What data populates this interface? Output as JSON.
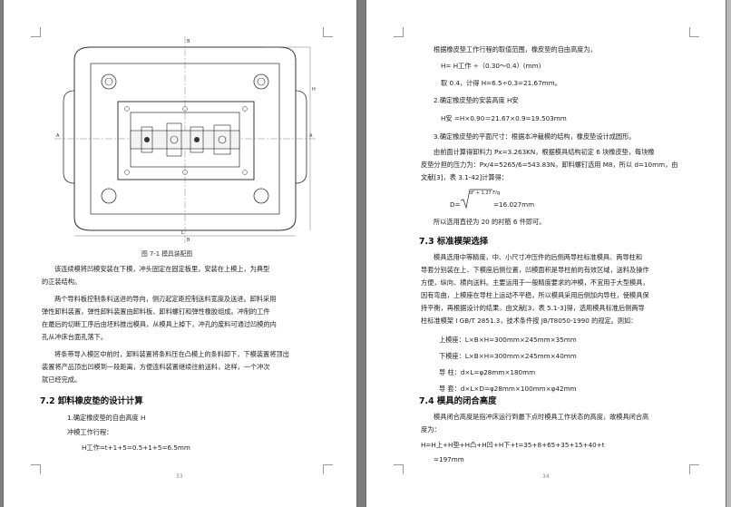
{
  "left_page": {
    "figure_caption": "图 7-1   模具装配图",
    "figure_labels": {
      "a_left": "A",
      "a_right": "A",
      "b_top": "B",
      "b_bottom": "B",
      "h_side": "H",
      "l_dim": "L"
    },
    "para1": [
      "该连续模将凹模安装在下模，冲头固定在固定板里，安装在上模上，为典型",
      "的正装结构。"
    ],
    "para2": [
      "两个导料板控制条料送进的导向，侧刃起定距控制送料宽度及送进。卸料采用",
      "弹性卸料装置，弹性卸料装置由卸料板、卸料螺钉和弹性橡胶组成。冲制的工件",
      "在最后的切断工序后由坯料推出模具，从模具上掉下，冲孔的废料可通过凹模的内",
      "孔从冲床台面孔落下。"
    ],
    "para3": [
      "将条带导入模区中前时，卸料装置将条料压在凸模上的条料卸下，下模装置将顶出",
      "装置将产品顶出凹模到一段距离，方便连料装置继续往前送料，这样，一个冲次",
      "就已经完成。"
    ],
    "section_heading": "7.2 卸料橡皮垫的设计计算",
    "item1": "1.确定橡皮垫的自由高度 H",
    "item1_sub": "冲模工作行程：",
    "formula_h": "H工作=t+1+5=0.5+1+5=6.5mm",
    "page_number": "33"
  },
  "right_page": {
    "line1": "根据橡皮垫工作行程的取值范围，橡皮垫的自由高度为，",
    "formula_range": "H= H工作 ÷（0.30～0.4）(mm)",
    "line_take": "取 0.4，计得 H=6.5÷0.3=21.67mm。",
    "item2": "2.确定橡皮垫的安装高度 H安",
    "formula_install": "H安 =H×0.90＝21.67×0.9=19.503mm",
    "item3": "3.确定橡皮垫的平面尺寸：根据本冲裁模的结构，橡皮垫设计成圆形。",
    "para_force": [
      "由前面计算得卸料力 Px=3.263KN，根据模具结构初定 6 块橡皮垫，每块橡",
      "皮垫分担的压力为：Px/4=5265/6=543.83N，卸料螺钉选用 M8，所以 d=10mm，由",
      "文献[3]，表 3.1-42]计算得："
    ],
    "formula_d_prefix": "D=",
    "formula_d_inner": "d² + 1.27 F/q",
    "formula_d_result": "=16.027mm",
    "line_choice": "所以选用直径为 20 的衬筋 6 件即可。",
    "section_73": "7.3 标准模架选择",
    "para_frame": [
      "模具选用中等精度，中、小尺寸冲压件的后侧两导柱标准模具、两导柱和",
      "导套分别装在上、下模座后侧位置，凹模面积是导柱前的有效区域，送料及操作",
      "方便，纵向、横向送料。主要运用于一般精度要求的冲模，不宜用于大型模具，",
      "因有弯曲，上模座在导柱上运动不平稳，所以模具采用后侧加内导柱，使模具保",
      "持平衡，再根据设计的结果，由文献[3，表 5.1-3]得，选用模具标准后侧两导",
      "柱标准模架 I GB/T 2851.3，技术条件按 JB/T8050-1990 的规定。则如："
    ],
    "spec_upper": "上模座：L×B×H=300mm×245mm×35mm",
    "spec_lower": "下模座：L×B×H=300mm×245mm×40mm",
    "spec_pillar": "导  柱：d×L=φ28mm×180mm",
    "spec_sleeve": "导  套：d×L×D=φ28mm×100mm×φ42mm",
    "section_74": "7.4 模具的闭合高度",
    "para_close": [
      "模具闭合高度是指冲床运行到最下点时模具工作状态的高度，故模具闭合高",
      "度为："
    ],
    "formula_close": "H=H上+H垫+H凸+H凹+H下+t=35+8+65+35+15+40+t",
    "formula_close_result": "=197mm",
    "page_number": "34"
  }
}
